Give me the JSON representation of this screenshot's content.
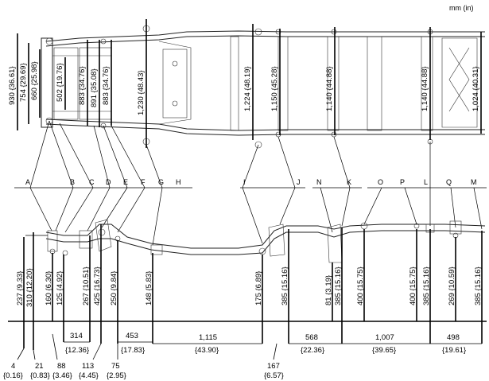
{
  "unit_label": "mm (in)",
  "top_view": {
    "left_dims": [
      {
        "mm": "930",
        "in": "{36.61}"
      },
      {
        "mm": "754",
        "in": "{29.69}"
      },
      {
        "mm": "660",
        "in": "{25.98}"
      },
      {
        "mm": "502",
        "in": "{19.76}"
      }
    ],
    "mid_dims": [
      {
        "mm": "883",
        "in": "{34.76}"
      },
      {
        "mm": "891",
        "in": "{35.08}"
      },
      {
        "mm": "883",
        "in": "{34.76}"
      },
      {
        "mm": "1,230",
        "in": "{48.43}"
      }
    ],
    "right_dims": [
      {
        "mm": "1,224",
        "in": "{48.19}"
      },
      {
        "mm": "1,150",
        "in": "{45.28}"
      },
      {
        "mm": "1,140",
        "in": "{44.88}"
      },
      {
        "mm": "1,140",
        "in": "{44.88}"
      },
      {
        "mm": "1,024",
        "in": "{40.31}"
      }
    ]
  },
  "point_labels": [
    "A",
    "B",
    "C",
    "D",
    "E",
    "F",
    "G",
    "H",
    "I",
    "J",
    "N",
    "K",
    "O",
    "P",
    "L",
    "Q",
    "M"
  ],
  "height_dims": [
    {
      "mm": "237",
      "in": "{9.33}"
    },
    {
      "mm": "310",
      "in": "{12.20}"
    },
    {
      "mm": "160",
      "in": "{6.30}"
    },
    {
      "mm": "125",
      "in": "{4.92}"
    },
    {
      "mm": "267",
      "in": "{10.51}"
    },
    {
      "mm": "425",
      "in": "{16.73}"
    },
    {
      "mm": "250",
      "in": "{9.84}"
    },
    {
      "mm": "148",
      "in": "{5.83}"
    },
    {
      "mm": "175",
      "in": "{6.89}"
    },
    {
      "mm": "385",
      "in": "{15.16}"
    },
    {
      "mm": "81",
      "in": "{3.19}"
    },
    {
      "mm": "385",
      "in": "{15.16}"
    },
    {
      "mm": "400",
      "in": "{15.75}"
    },
    {
      "mm": "400",
      "in": "{15.75}"
    },
    {
      "mm": "385",
      "in": "{15.16}"
    },
    {
      "mm": "269",
      "in": "{10.59}"
    },
    {
      "mm": "385",
      "in": "{15.16}"
    }
  ],
  "spacing_dims": [
    {
      "mm": "314",
      "in": "{12.36}"
    },
    {
      "mm": "453",
      "in": "{17.83}"
    },
    {
      "mm": "1,115",
      "in": "{43.90}"
    },
    {
      "mm": "568",
      "in": "{22.36}"
    },
    {
      "mm": "1,007",
      "in": "{39.65}"
    },
    {
      "mm": "498",
      "in": "{19.61}"
    }
  ],
  "bottom_dims": [
    {
      "mm": "4",
      "in": "{0.16}"
    },
    {
      "mm": "21",
      "in": "{0.83}"
    },
    {
      "mm": "88",
      "in": "{3.46}"
    },
    {
      "mm": "113",
      "in": "{4.45}"
    },
    {
      "mm": "75",
      "in": "{2.95}"
    },
    {
      "mm": "167",
      "in": "{6.57}"
    }
  ]
}
